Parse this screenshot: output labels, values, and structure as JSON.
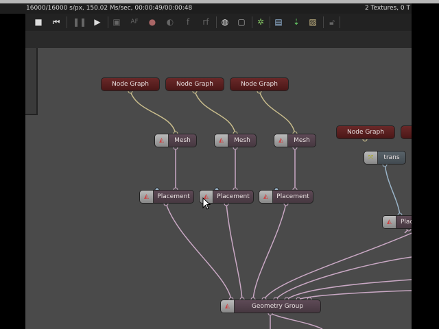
{
  "status": {
    "left": "16000/16000 s/px, 150.02 Ms/sec, 00:00:49/00:00:48",
    "right": "2 Textures, 0 T"
  },
  "toolbar": [
    "stop-icon",
    "rewind-icon",
    "pause-icon",
    "play-icon",
    "display-icon",
    "af-icon",
    "color-icon",
    "gamma-icon",
    "f-icon",
    "rf-icon",
    "lens-icon",
    "region-icon",
    "pick-icon",
    "clipboard-icon",
    "import-icon",
    "export-icon",
    "lock-icon"
  ],
  "nodes": {
    "ng1": "Node Graph",
    "ng2": "Node Graph",
    "ng3": "Node Graph",
    "ng4": "Node Graph",
    "mesh1": "Mesh",
    "mesh2": "Mesh",
    "mesh3": "Mesh",
    "pl1": "Placement",
    "pl2": "Placement",
    "pl3": "Placement",
    "pl4": "Placement",
    "trans": "trans",
    "geo": "Geometry Group"
  },
  "colors": {
    "canvas": "#4a4a4a",
    "node_graph": "#5a1f1f",
    "wire_tan": "#c8bc8c",
    "wire_pink": "#c9a8c4",
    "wire_blue": "#9ab4c8"
  }
}
